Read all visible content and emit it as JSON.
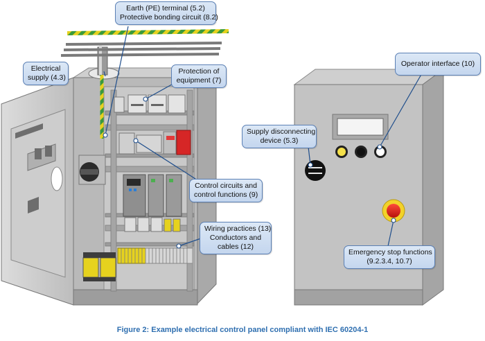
{
  "callouts": {
    "earth": [
      "Earth (PE) terminal (5.2)",
      "Protective bonding circuit (8.2)"
    ],
    "electrical_supply": [
      "Electrical",
      "supply (4.3)"
    ],
    "protection": [
      "Protection of",
      "equipment (7)"
    ],
    "operator": [
      "Operator interface (10)"
    ],
    "disconnect": [
      "Supply disconnecting",
      "device (5.3)"
    ],
    "control": [
      "Control circuits and",
      "control functions (9)"
    ],
    "wiring": [
      "Wiring practices (13)",
      "Conductors and",
      "cables (12)"
    ],
    "estop": [
      "Emergency stop functions",
      "(9.2.3.4, 10.7)"
    ]
  },
  "caption": "Figure 2: Example electrical control panel compliant with IEC 60204-1",
  "colors": {
    "callout_border": "#5a7fb4",
    "caption": "#2f6fb0",
    "estop_red": "#e8231c",
    "estop_yellow": "#f2d22a",
    "terminal_yellow": "#e6d21e",
    "pe_green": "#3a9a3a"
  }
}
